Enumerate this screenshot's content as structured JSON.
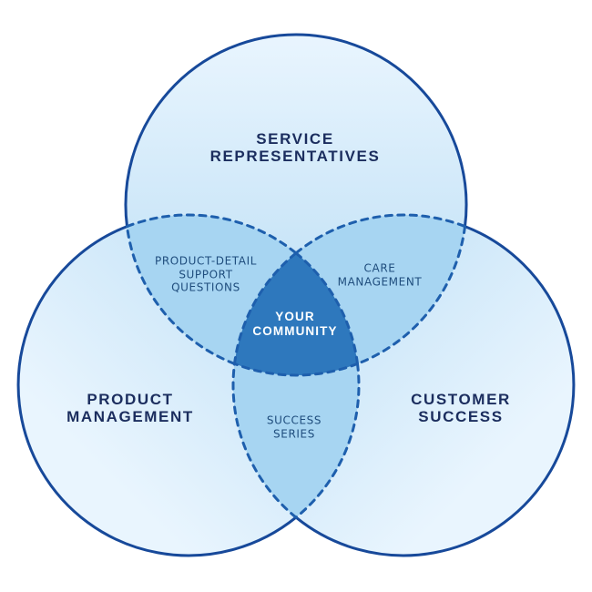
{
  "colors": {
    "bg": "#ffffff",
    "circle-fill-light": "#e9f5fe",
    "circle-fill-dark": "#b7dcf4",
    "lens-fill": "#a7d5f2",
    "center-fill": "#2e78bd",
    "solid-stroke": "#17499a",
    "dash-stroke": "#1e5fad",
    "circle-label": "#1b2d5e",
    "lens-label": "#1f4d7d",
    "center-label": "#ffffff"
  },
  "diagram": {
    "circles": [
      {
        "name": "service-representatives",
        "lines": [
          "SERVICE",
          "REPRESENTATIVES"
        ]
      },
      {
        "name": "product-management",
        "lines": [
          "PRODUCT",
          "MANAGEMENT"
        ]
      },
      {
        "name": "customer-success",
        "lines": [
          "CUSTOMER",
          "SUCCESS"
        ]
      }
    ],
    "intersections": [
      {
        "name": "product-detail-support-questions",
        "lines": [
          "PRODUCT-DETAIL",
          "SUPPORT",
          "QUESTIONS"
        ]
      },
      {
        "name": "care-management",
        "lines": [
          "CARE",
          "MANAGEMENT"
        ]
      },
      {
        "name": "success-series",
        "lines": [
          "SUCCESS",
          "SERIES"
        ]
      }
    ],
    "center": {
      "name": "your-community",
      "lines": [
        "YOUR",
        "COMMUNITY"
      ]
    }
  }
}
